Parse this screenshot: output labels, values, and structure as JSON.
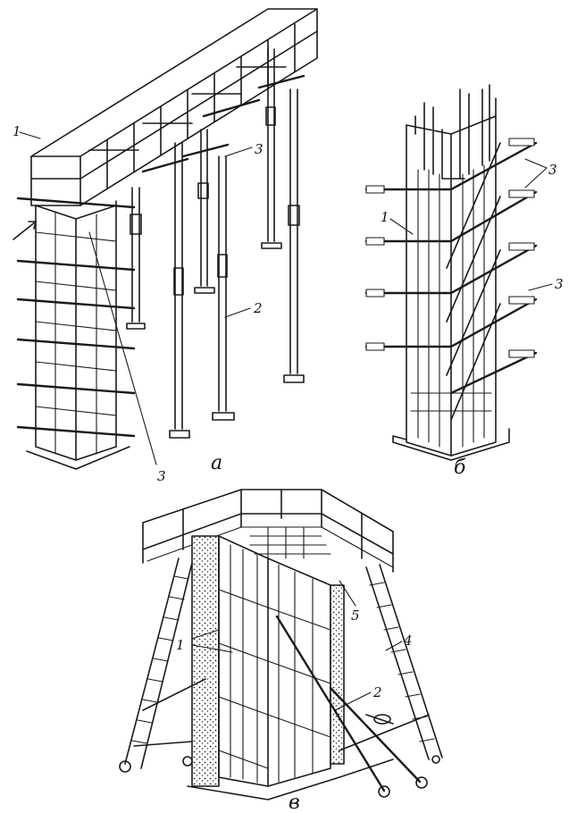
{
  "figure_a": {
    "caption": "а",
    "labels": {
      "l1": "1",
      "l2": "2",
      "l3a": "3",
      "l3b": "3"
    }
  },
  "figure_b": {
    "caption": "б",
    "labels": {
      "l1": "1",
      "l3a": "3",
      "l3b": "3"
    }
  },
  "figure_v": {
    "caption": "в",
    "labels": {
      "l1": "1",
      "l2": "2",
      "l4": "4",
      "l5": "5"
    }
  }
}
